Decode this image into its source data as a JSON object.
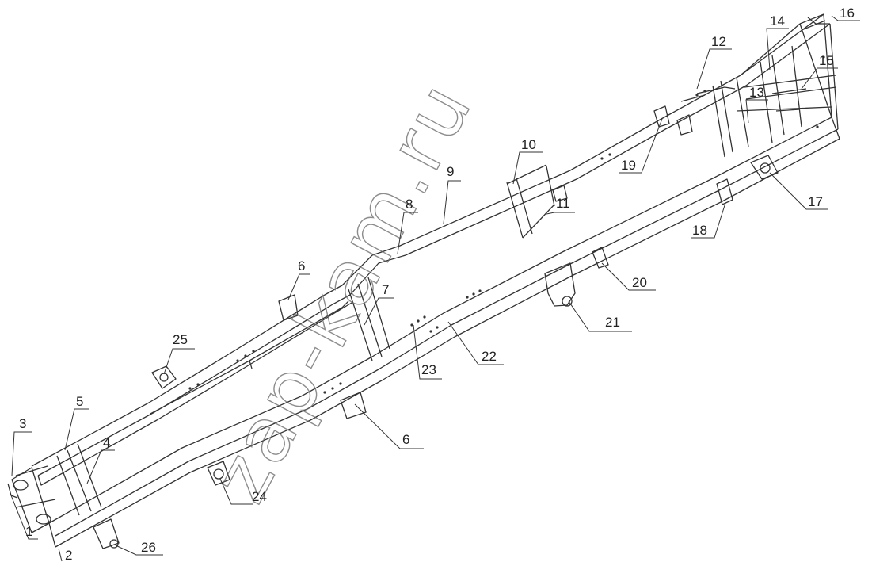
{
  "watermark": "zap-kam.ru",
  "callouts": [
    {
      "id": "c1",
      "label": "1"
    },
    {
      "id": "c2",
      "label": "2"
    },
    {
      "id": "c3",
      "label": "3"
    },
    {
      "id": "c4",
      "label": "4"
    },
    {
      "id": "c5",
      "label": "5"
    },
    {
      "id": "c6a",
      "label": "6"
    },
    {
      "id": "c6b",
      "label": "6"
    },
    {
      "id": "c7",
      "label": "7"
    },
    {
      "id": "c8",
      "label": "8"
    },
    {
      "id": "c9",
      "label": "9"
    },
    {
      "id": "c10",
      "label": "10"
    },
    {
      "id": "c11",
      "label": "11"
    },
    {
      "id": "c12",
      "label": "12"
    },
    {
      "id": "c13",
      "label": "13"
    },
    {
      "id": "c14",
      "label": "14"
    },
    {
      "id": "c15",
      "label": "15"
    },
    {
      "id": "c16",
      "label": "16"
    },
    {
      "id": "c17",
      "label": "17"
    },
    {
      "id": "c18",
      "label": "18"
    },
    {
      "id": "c19",
      "label": "19"
    },
    {
      "id": "c20",
      "label": "20"
    },
    {
      "id": "c21",
      "label": "21"
    },
    {
      "id": "c22",
      "label": "22"
    },
    {
      "id": "c23",
      "label": "23"
    },
    {
      "id": "c24",
      "label": "24"
    },
    {
      "id": "c25",
      "label": "25"
    },
    {
      "id": "c26",
      "label": "26"
    }
  ]
}
